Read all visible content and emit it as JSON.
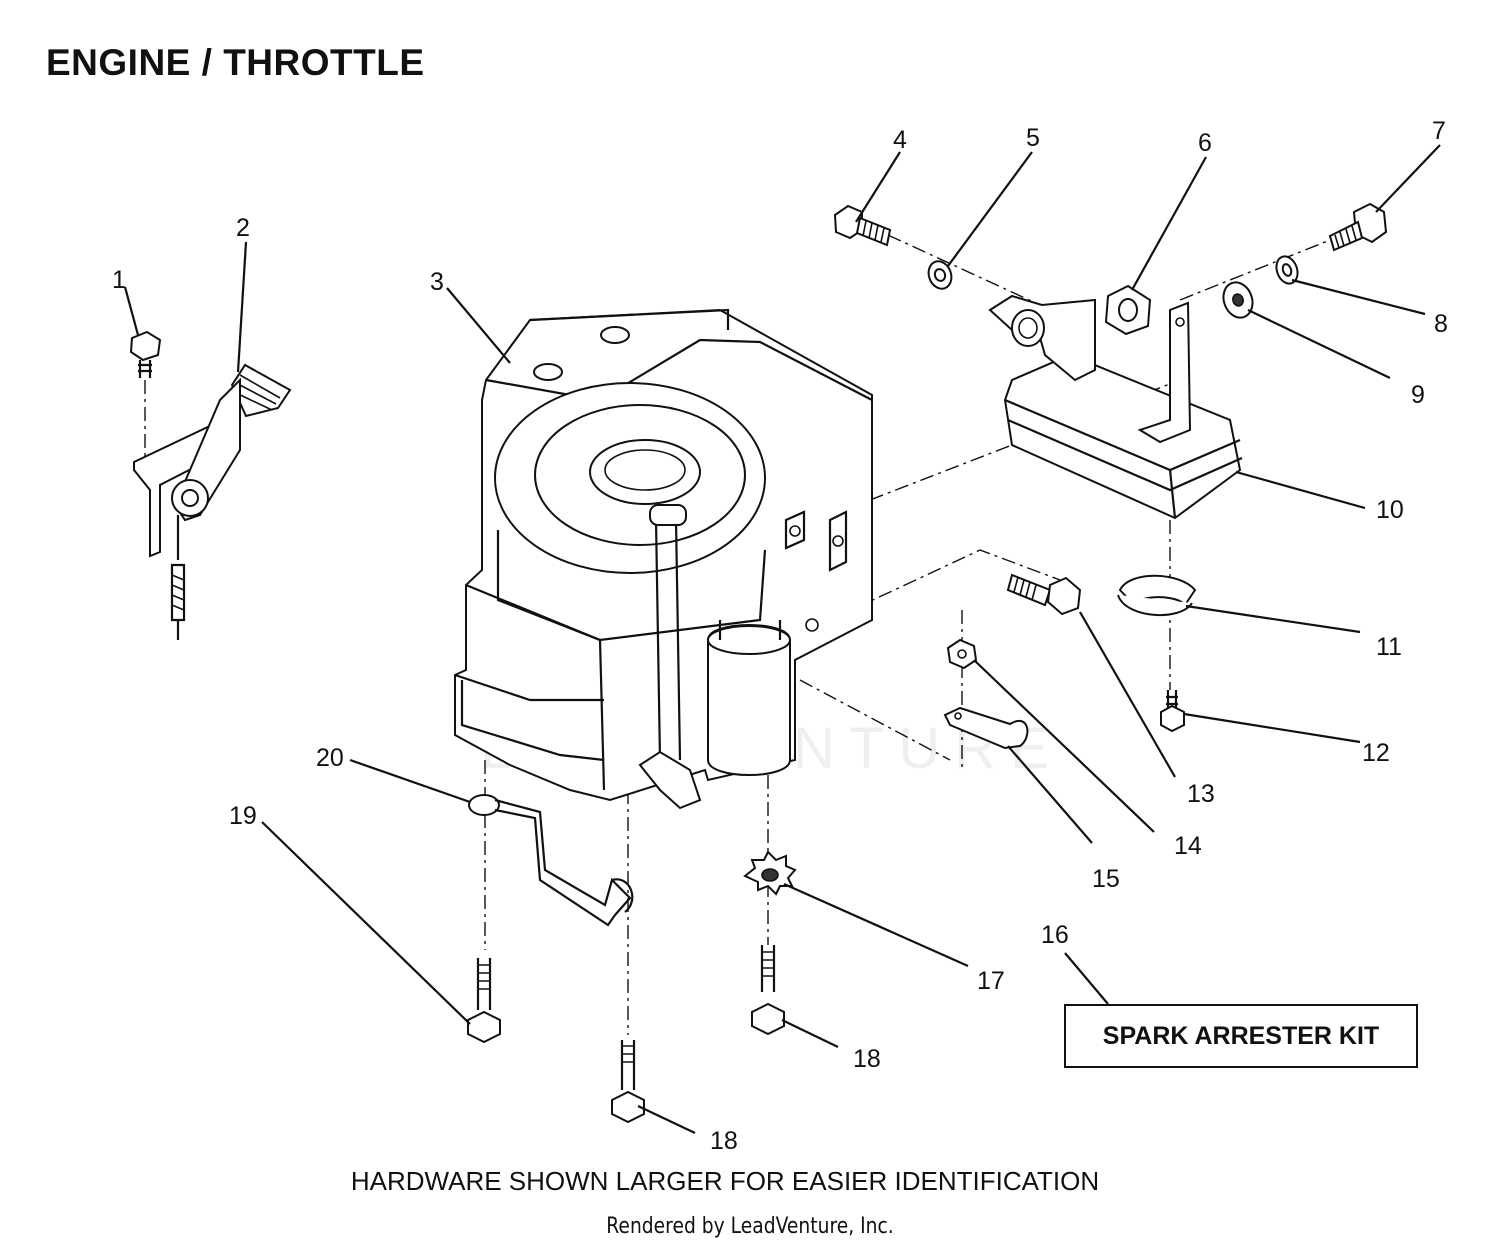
{
  "title": "ENGINE / THROTTLE",
  "callouts": [
    {
      "number": "1"
    },
    {
      "number": "2"
    },
    {
      "number": "3"
    },
    {
      "number": "4"
    },
    {
      "number": "5"
    },
    {
      "number": "6"
    },
    {
      "number": "7"
    },
    {
      "number": "8"
    },
    {
      "number": "9"
    },
    {
      "number": "10"
    },
    {
      "number": "11"
    },
    {
      "number": "12"
    },
    {
      "number": "13"
    },
    {
      "number": "14"
    },
    {
      "number": "15"
    },
    {
      "number": "16"
    },
    {
      "number": "17"
    },
    {
      "number": "18"
    },
    {
      "number": "18"
    },
    {
      "number": "19"
    },
    {
      "number": "20"
    }
  ],
  "kit_label": "SPARK ARRESTER KIT",
  "footnote": "HARDWARE SHOWN LARGER FOR EASIER IDENTIFICATION",
  "rendered_by": "Rendered by LeadVenture, Inc.",
  "watermark": "LEADVENTURE",
  "colors": {
    "ink": "#111111",
    "background": "#ffffff"
  }
}
